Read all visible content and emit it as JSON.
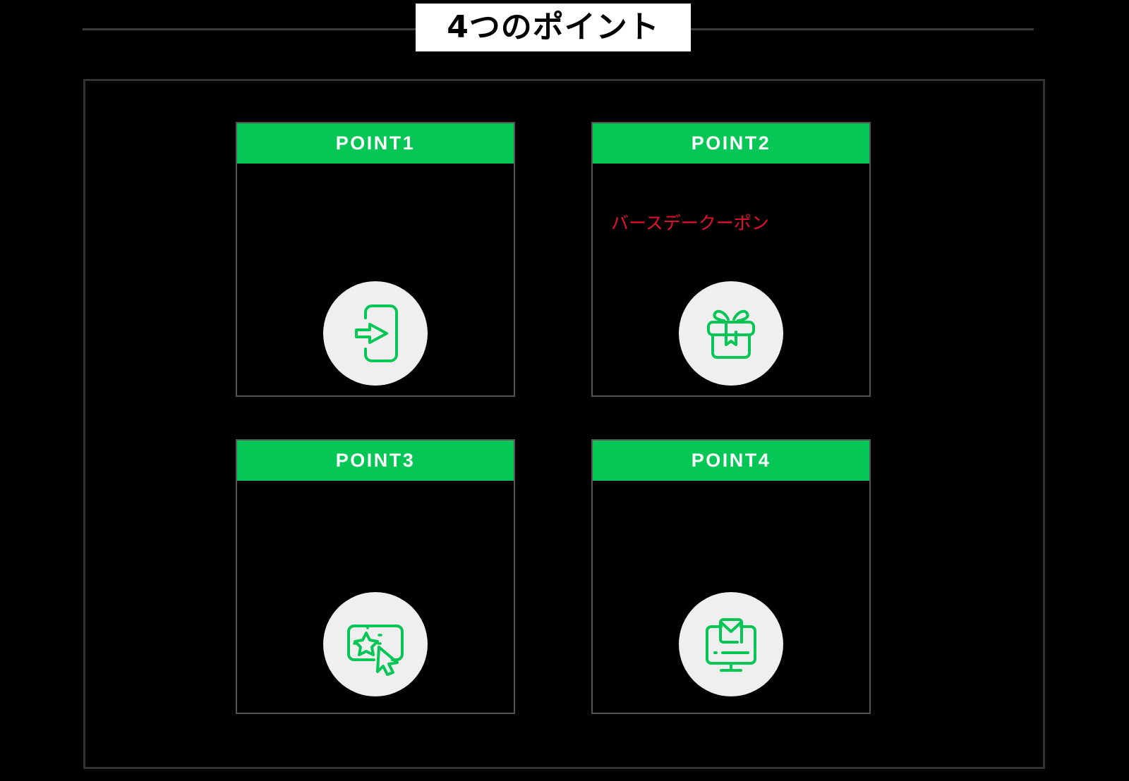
{
  "title": {
    "text": "4つのポイント",
    "rule_color": "#3a3a3a",
    "box_background": "#ffffff",
    "text_color": "#000000"
  },
  "theme": {
    "background": "#000000",
    "accent_green": "#06C755",
    "frame_border": "#333333",
    "card_border": "#555555",
    "icon_circle_background": "#EFEFEF",
    "note_red": "#E8112D",
    "header_text": "#ffffff"
  },
  "cards": [
    {
      "header_label": "POINT1",
      "note": "",
      "icon_name": "enter-door-arrow-icon"
    },
    {
      "header_label": "POINT2",
      "note": "バースデークーポン",
      "icon_name": "gift-box-icon"
    },
    {
      "header_label": "POINT3",
      "note": "",
      "icon_name": "star-card-cursor-icon"
    },
    {
      "header_label": "POINT4",
      "note": "",
      "icon_name": "monitor-email-icon"
    }
  ]
}
